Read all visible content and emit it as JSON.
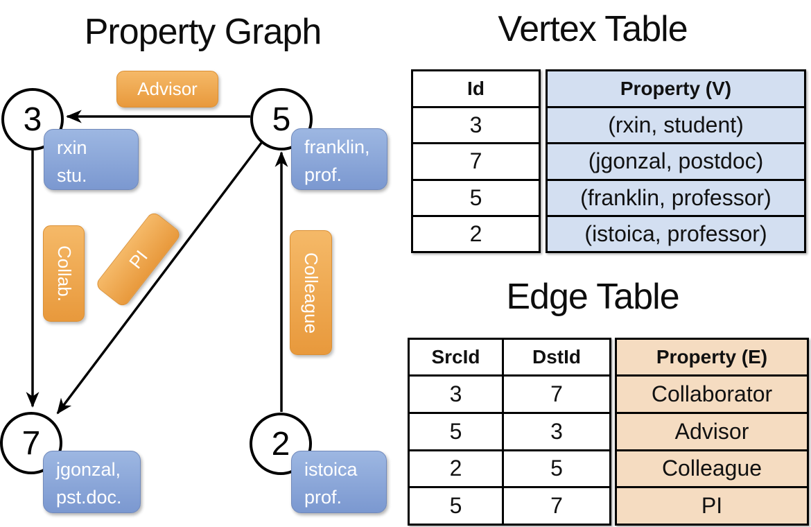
{
  "graph": {
    "title": "Property Graph",
    "nodes": {
      "n3": {
        "id": "3",
        "property_line1": "rxin",
        "property_line2": "stu."
      },
      "n5": {
        "id": "5",
        "property_line1": "franklin,",
        "property_line2": "prof."
      },
      "n7": {
        "id": "7",
        "property_line1": "jgonzal,",
        "property_line2": "pst.doc."
      },
      "n2": {
        "id": "2",
        "property_line1": "istoica",
        "property_line2": "prof."
      }
    },
    "edges": {
      "advisor": {
        "label": "Advisor",
        "src": "5",
        "dst": "3"
      },
      "collab": {
        "label": "Collab.",
        "src": "3",
        "dst": "7"
      },
      "pi": {
        "label": "PI",
        "src": "5",
        "dst": "7"
      },
      "colleague": {
        "label": "Colleague",
        "src": "2",
        "dst": "5"
      }
    }
  },
  "vertex_table": {
    "title": "Vertex Table",
    "headers": {
      "id": "Id",
      "property": "Property (V)"
    },
    "rows": [
      {
        "id": "3",
        "property": "(rxin, student)"
      },
      {
        "id": "7",
        "property": "(jgonzal, postdoc)"
      },
      {
        "id": "5",
        "property": "(franklin, professor)"
      },
      {
        "id": "2",
        "property": "(istoica, professor)"
      }
    ]
  },
  "edge_table": {
    "title": "Edge Table",
    "headers": {
      "src": "SrcId",
      "dst": "DstId",
      "property": "Property (E)"
    },
    "rows": [
      {
        "src": "3",
        "dst": "7",
        "property": "Collaborator"
      },
      {
        "src": "5",
        "dst": "3",
        "property": "Advisor"
      },
      {
        "src": "2",
        "dst": "5",
        "property": "Colleague"
      },
      {
        "src": "5",
        "dst": "7",
        "property": "PI"
      }
    ]
  },
  "colors": {
    "orange-top": "#f5b968",
    "orange-bot": "#e8993c",
    "blue-top": "#9db7e2",
    "blue-bot": "#7b98d0",
    "vfill": "#d3dff1",
    "efill": "#f5dcc1"
  }
}
